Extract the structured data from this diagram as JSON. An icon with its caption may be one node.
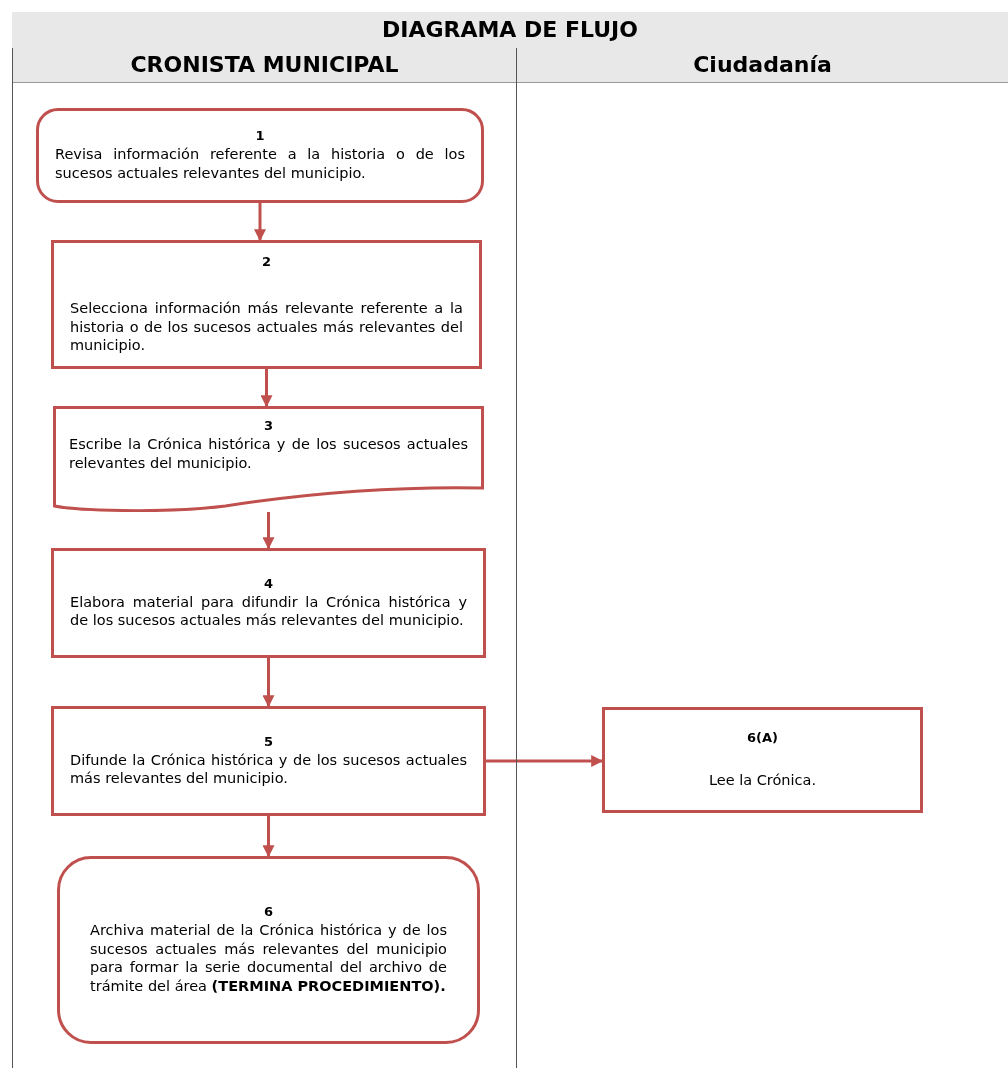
{
  "diagram": {
    "title": "DIAGRAMA DE FLUJO",
    "nodes": [
      {
        "text": [
          "CRONISTA MUNICIPAL"
        ]
      },
      {
        "text": [
          "Ciudadanía"
        ]
      },
      {
        "text": [
          "1",
          "Revisa información referente a la historia o de los sucesos actuales relevantes del municipio."
        ],
        "in": 0
      },
      {
        "text": [
          "2",
          "Selecciona información más relevante referente a la historia o de los sucesos actuales más relevantes del municipio."
        ],
        "in": 0
      },
      {
        "text": [
          "3",
          "Escribe la Crónica histórica y de los sucesos actuales relevantes del municipio."
        ],
        "in": 0
      },
      {
        "text": [
          "4",
          "Elabora material para difundir la Crónica histórica y de los sucesos actuales más relevantes del municipio."
        ],
        "in": 0
      },
      {
        "text": [
          "5",
          "Difunde la Crónica histórica y de los sucesos actuales más relevantes del municipio."
        ],
        "in": 0
      },
      {
        "text": [
          "6(A)",
          "Lee la Crónica."
        ],
        "in": 1
      },
      {
        "text": [
          "6",
          "Archiva material de la Crónica histórica y de los sucesos actuales más relevantes del municipio para formar la serie documental del archivo de trámite del área **(TERMINA PROCEDIMIENTO).**"
        ],
        "in": 0
      }
    ],
    "edges": [
      {
        "from": 2,
        "to": 3,
        "arrow": "to"
      },
      {
        "from": 3,
        "to": 4,
        "arrow": "to"
      },
      {
        "from": 4,
        "to": 5,
        "arrow": "to"
      },
      {
        "from": 5,
        "to": 6,
        "arrow": "to"
      },
      {
        "from": 6,
        "to": 8,
        "arrow": "to"
      },
      {
        "from": 6,
        "to": 7,
        "arrow": "to"
      }
    ]
  }
}
